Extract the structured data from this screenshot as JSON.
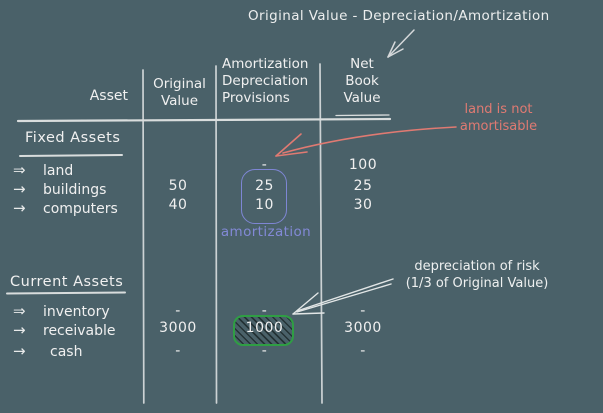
{
  "colors": {
    "background": "#4a6169",
    "ink": "#f0f0f0",
    "rule_lines": "#ccd2d4",
    "red_accent": "#e07a72",
    "violet_accent": "#8289d6",
    "green_accent": "#2f9e44"
  },
  "title": "Original Value - Depreciation/Amortization",
  "header": {
    "asset": "Asset",
    "original": {
      "line1": "Original",
      "line2": "Value"
    },
    "amortization": {
      "line1": "Amortization",
      "line2": "Depreciation",
      "line3": "Provisions"
    },
    "net_book_value": {
      "line1": "Net",
      "line2": "Book",
      "line3": "Value"
    }
  },
  "fixed": {
    "label": "Fixed Assets",
    "rows": [
      {
        "arrow": "⇒",
        "name": "land",
        "ov": "",
        "am": "-",
        "nbv": "100"
      },
      {
        "arrow": "→",
        "name": "buildings",
        "ov": "50",
        "am": "25",
        "nbv": "25"
      },
      {
        "arrow": "→",
        "name": "computers",
        "ov": "40",
        "am": "10",
        "nbv": "30"
      }
    ]
  },
  "current": {
    "label": "Current Assets",
    "rows": [
      {
        "arrow": "⇒",
        "name": "inventory",
        "ov": "-",
        "am": "-",
        "nbv": "-"
      },
      {
        "arrow": "→",
        "name": "receivable",
        "ov": "3000",
        "am": "1000",
        "nbv": "3000"
      },
      {
        "arrow": "→",
        "name": "cash",
        "ov": "-",
        "am": "-",
        "nbv": "-"
      }
    ]
  },
  "annotations": {
    "amortization_label": "amortization",
    "land_note": {
      "line1": "land is not",
      "line2": "amortisable"
    },
    "risk_note": {
      "line1": "depreciation of risk",
      "line2": "(1/3 of Original Value)"
    }
  }
}
